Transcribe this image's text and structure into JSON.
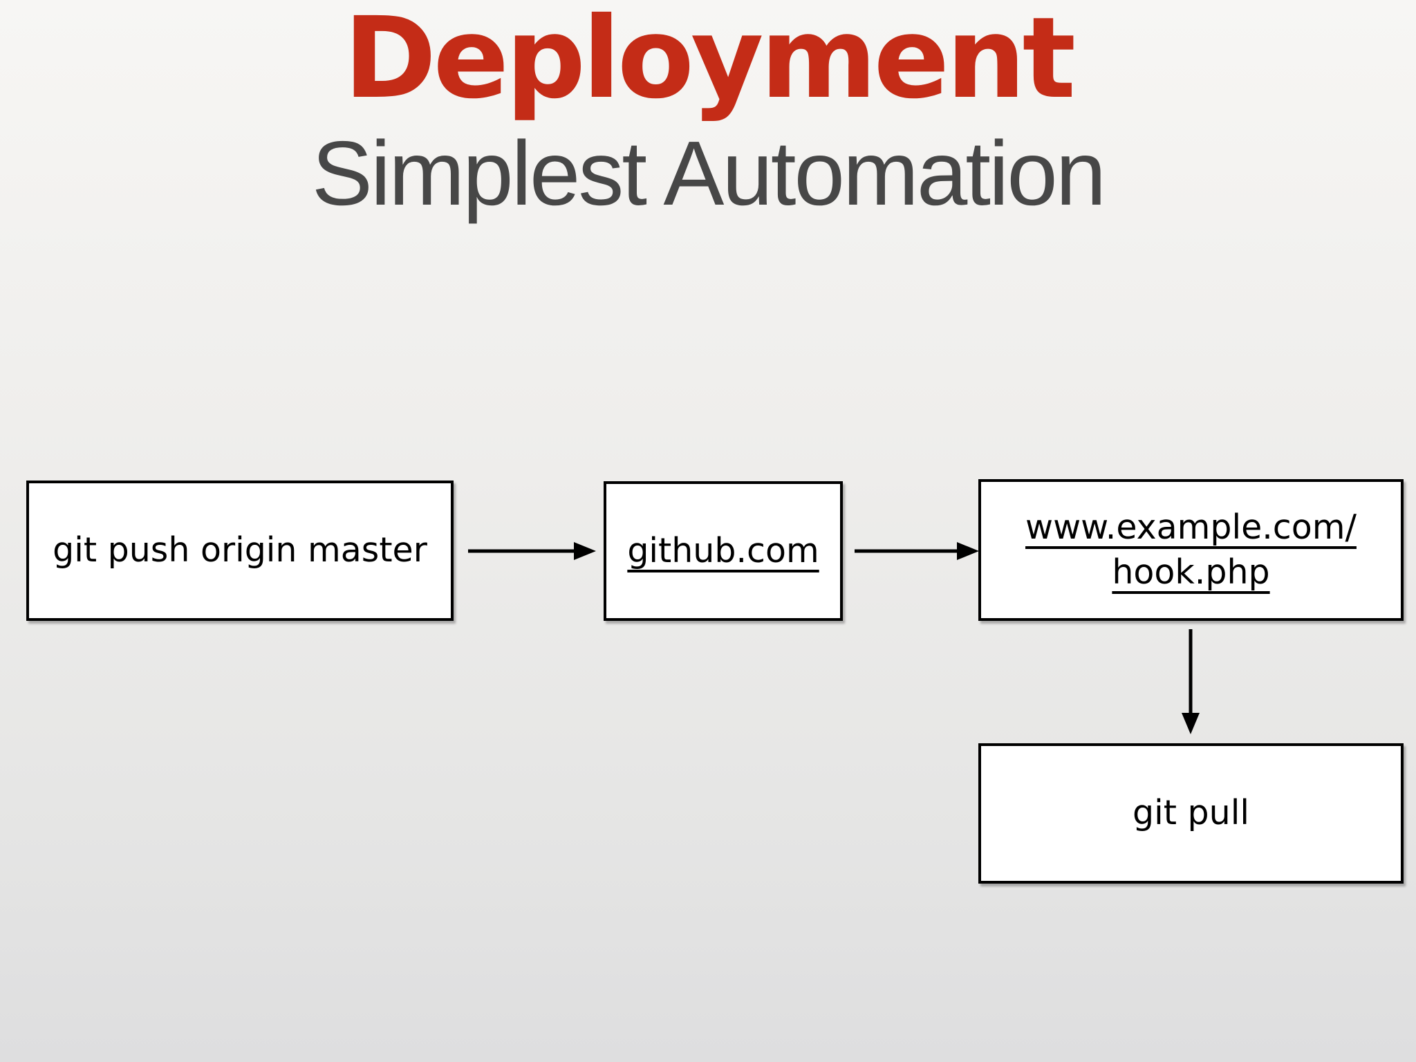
{
  "slide": {
    "title": "Deployment",
    "subtitle": "Simplest Automation"
  },
  "colors": {
    "title_red": "#c42c17",
    "subtitle_gray": "#474747",
    "background_top": "#f7f6f4",
    "background_bottom": "#dededf",
    "box_fill": "#ffffff",
    "box_border": "#000000",
    "arrow": "#000000",
    "text": "#000000"
  },
  "diagram": {
    "nodes": [
      {
        "id": "git-push",
        "label": "git push origin master",
        "underlined": false
      },
      {
        "id": "github",
        "label": "github.com",
        "underlined": true
      },
      {
        "id": "webhook",
        "label": "www.example.com/hook.php",
        "lines": [
          "www.example.com/",
          "hook.php"
        ],
        "underlined": true
      },
      {
        "id": "git-pull",
        "label": "git pull",
        "underlined": false
      }
    ],
    "connections": [
      {
        "from": "git-push",
        "to": "github",
        "direction": "right"
      },
      {
        "from": "github",
        "to": "webhook",
        "direction": "right"
      },
      {
        "from": "webhook",
        "to": "git-pull",
        "direction": "down"
      }
    ]
  }
}
